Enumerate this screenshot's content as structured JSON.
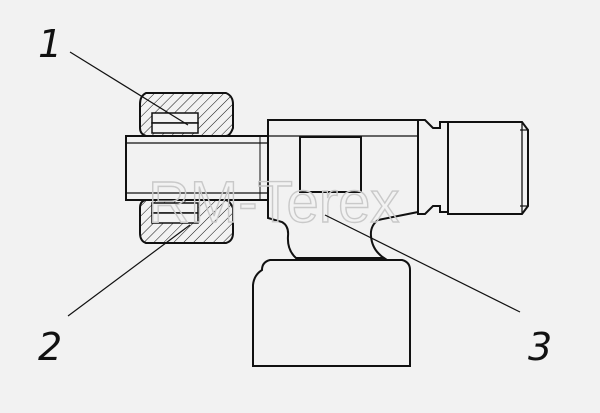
{
  "callouts": [
    {
      "label": "1"
    },
    {
      "label": "2"
    },
    {
      "label": "3"
    }
  ],
  "watermark": "RM-Terex",
  "colors": {
    "background": "#f2f2f2",
    "line": "#111111",
    "watermark": "#c9c9c9"
  }
}
